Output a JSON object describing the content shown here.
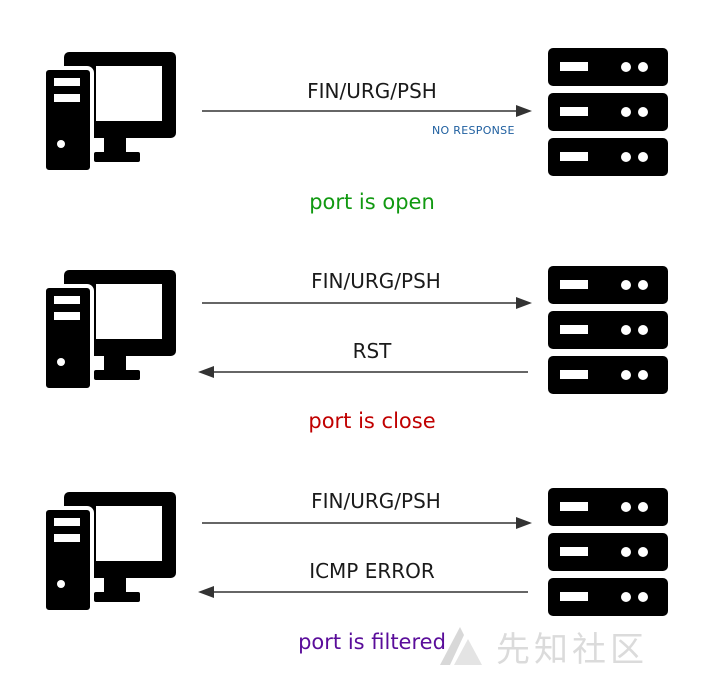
{
  "scenarios": [
    {
      "request_label": "FIN/URG/PSH",
      "response_label": "",
      "note": "NO RESPONSE",
      "status": "port is open",
      "status_color": "#119911"
    },
    {
      "request_label": "FIN/URG/PSH",
      "response_label": "RST",
      "note": "",
      "status": "port is close",
      "status_color": "#c00000"
    },
    {
      "request_label": "FIN/URG/PSH",
      "response_label": "ICMP ERROR",
      "note": "",
      "status": "port is filtered",
      "status_color": "#5a0d9a"
    }
  ],
  "watermark": "先知社区",
  "icons": {
    "client": "desktop-computer-icon",
    "server": "server-rack-icon",
    "watermark": "watermark-logo-icon"
  }
}
